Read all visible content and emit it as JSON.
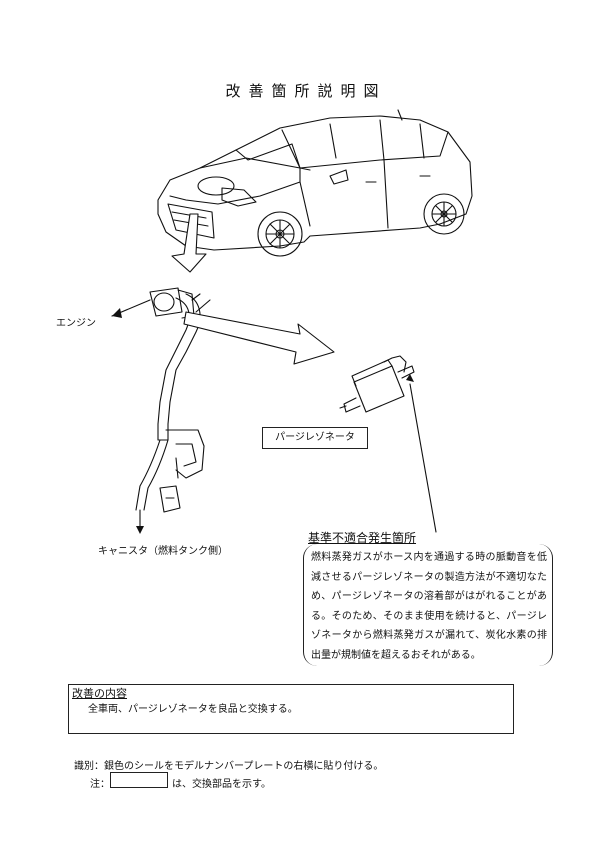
{
  "title": "改善箇所説明図",
  "labels": {
    "engine": "エンジン",
    "canister": "キャニスタ（燃料タンク側）",
    "part_name": "パージレゾネータ"
  },
  "defect": {
    "heading": "基準不適合発生箇所",
    "text": "燃料蒸発ガスがホース内を通過する時の脈動音を低減させるパージレゾネータの製造方法が不適切なため、パージレゾネータの溶着部がはがれることがある。そのため、そのまま使用を続けると、パージレゾネータから燃料蒸発ガスが漏れて、炭化水素の排出量が規制値を超えるおそれがある。"
  },
  "improvement": {
    "heading": "改善の内容",
    "text": "全車両、パージレゾネータを良品と交換する。"
  },
  "identification": "識別：銀色のシールをモデルナンバープレートの右横に貼り付ける。",
  "note": {
    "prefix": "注：",
    "suffix": "は、交換部品を示す。"
  }
}
